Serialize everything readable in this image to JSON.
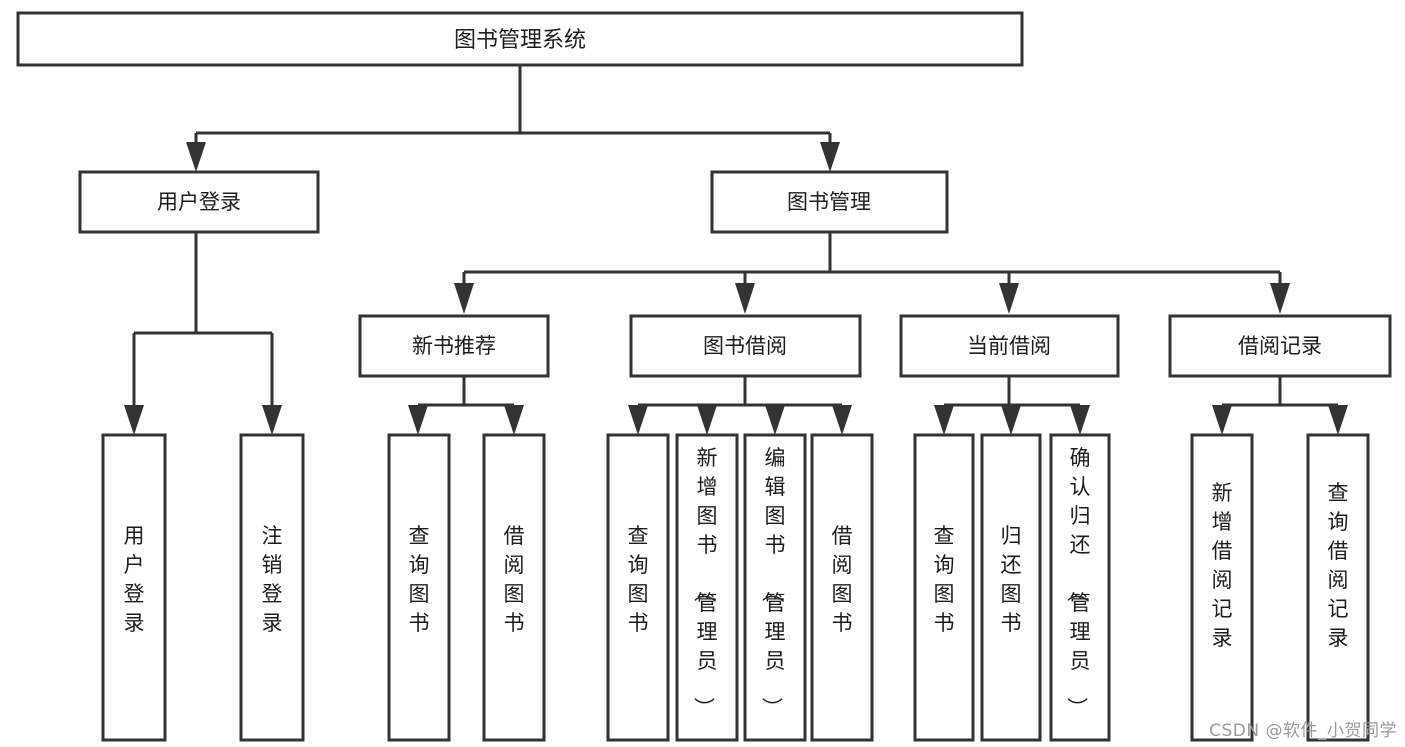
{
  "diagram": {
    "title": "图书管理系统",
    "type": "tree",
    "root": {
      "id": "root",
      "label": "图书管理系统",
      "orientation": "horizontal"
    },
    "level2": [
      {
        "id": "user-login",
        "label": "用户登录",
        "orientation": "horizontal"
      },
      {
        "id": "book-manage",
        "label": "图书管理",
        "orientation": "horizontal"
      }
    ],
    "level3": [
      {
        "id": "new-book-recommend",
        "label": "新书推荐",
        "parent": "book-manage",
        "orientation": "horizontal"
      },
      {
        "id": "book-borrow",
        "label": "图书借阅",
        "parent": "book-manage",
        "orientation": "horizontal"
      },
      {
        "id": "current-borrow",
        "label": "当前借阅",
        "parent": "book-manage",
        "orientation": "horizontal"
      },
      {
        "id": "borrow-record",
        "label": "借阅记录",
        "parent": "book-manage",
        "orientation": "horizontal"
      }
    ],
    "leaves": [
      {
        "id": "leaf-user-login",
        "label": "用户登录",
        "parent": "user-login",
        "orientation": "vertical"
      },
      {
        "id": "leaf-logout-login",
        "label": "注销登录",
        "parent": "user-login",
        "orientation": "vertical"
      },
      {
        "id": "leaf-query-book-1",
        "label": "查询图书",
        "parent": "new-book-recommend",
        "orientation": "vertical"
      },
      {
        "id": "leaf-borrow-book-1",
        "label": "借阅图书",
        "parent": "new-book-recommend",
        "orientation": "vertical"
      },
      {
        "id": "leaf-query-book-2",
        "label": "查询图书",
        "parent": "book-borrow",
        "orientation": "vertical"
      },
      {
        "id": "leaf-add-book",
        "label": "新增图书（管理员）",
        "parent": "book-borrow",
        "orientation": "vertical"
      },
      {
        "id": "leaf-edit-book",
        "label": "编辑图书（管理员）",
        "parent": "book-borrow",
        "orientation": "vertical"
      },
      {
        "id": "leaf-borrow-book-2",
        "label": "借阅图书",
        "parent": "book-borrow",
        "orientation": "vertical"
      },
      {
        "id": "leaf-query-book-3",
        "label": "查询图书",
        "parent": "current-borrow",
        "orientation": "vertical"
      },
      {
        "id": "leaf-return-book",
        "label": "归还图书",
        "parent": "current-borrow",
        "orientation": "vertical"
      },
      {
        "id": "leaf-confirm-return",
        "label": "确认归还（管理员）",
        "parent": "current-borrow",
        "orientation": "vertical"
      },
      {
        "id": "leaf-add-record",
        "label": "新增借阅记录",
        "parent": "borrow-record",
        "orientation": "vertical"
      },
      {
        "id": "leaf-query-record",
        "label": "查询借阅记录",
        "parent": "borrow-record",
        "orientation": "vertical"
      }
    ]
  },
  "watermark": {
    "text": "CSDN @软件_小贺同学"
  },
  "colors": {
    "box_stroke": "#333333",
    "box_fill": "#ffffff",
    "text": "#1c1c1c",
    "background": "#ffffff",
    "watermark": "#9a9a9a"
  }
}
